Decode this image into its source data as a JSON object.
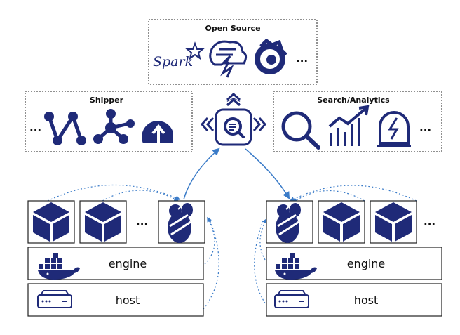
{
  "colors": {
    "primary": "#1f2a78",
    "link": "#3a7bc8",
    "border": "#222222"
  },
  "open_source": {
    "title": "Open Source",
    "spark_text": "Spark",
    "icons": [
      "spark-logo-icon",
      "storm-cloud-icon",
      "grafana-logo-icon"
    ],
    "ellipsis": "..."
  },
  "shipper": {
    "title": "Shipper",
    "ellipsis": "...",
    "icons": [
      "graph-nodes-icon",
      "tree-nodes-icon",
      "ship-arrow-icon"
    ]
  },
  "search_analytics": {
    "title": "Search/Analytics",
    "ellipsis": "...",
    "icons": [
      "magnifier-icon",
      "trend-chart-icon",
      "alert-dome-icon"
    ]
  },
  "center": {
    "icon": "search-doc-icon",
    "left_arrows": "«",
    "right_arrows": "»",
    "up_arrows": "︽"
  },
  "left_node": {
    "engine_label": "engine",
    "host_label": "host",
    "ellipsis": "..."
  },
  "right_node": {
    "engine_label": "engine",
    "host_label": "host",
    "ellipsis": "..."
  }
}
